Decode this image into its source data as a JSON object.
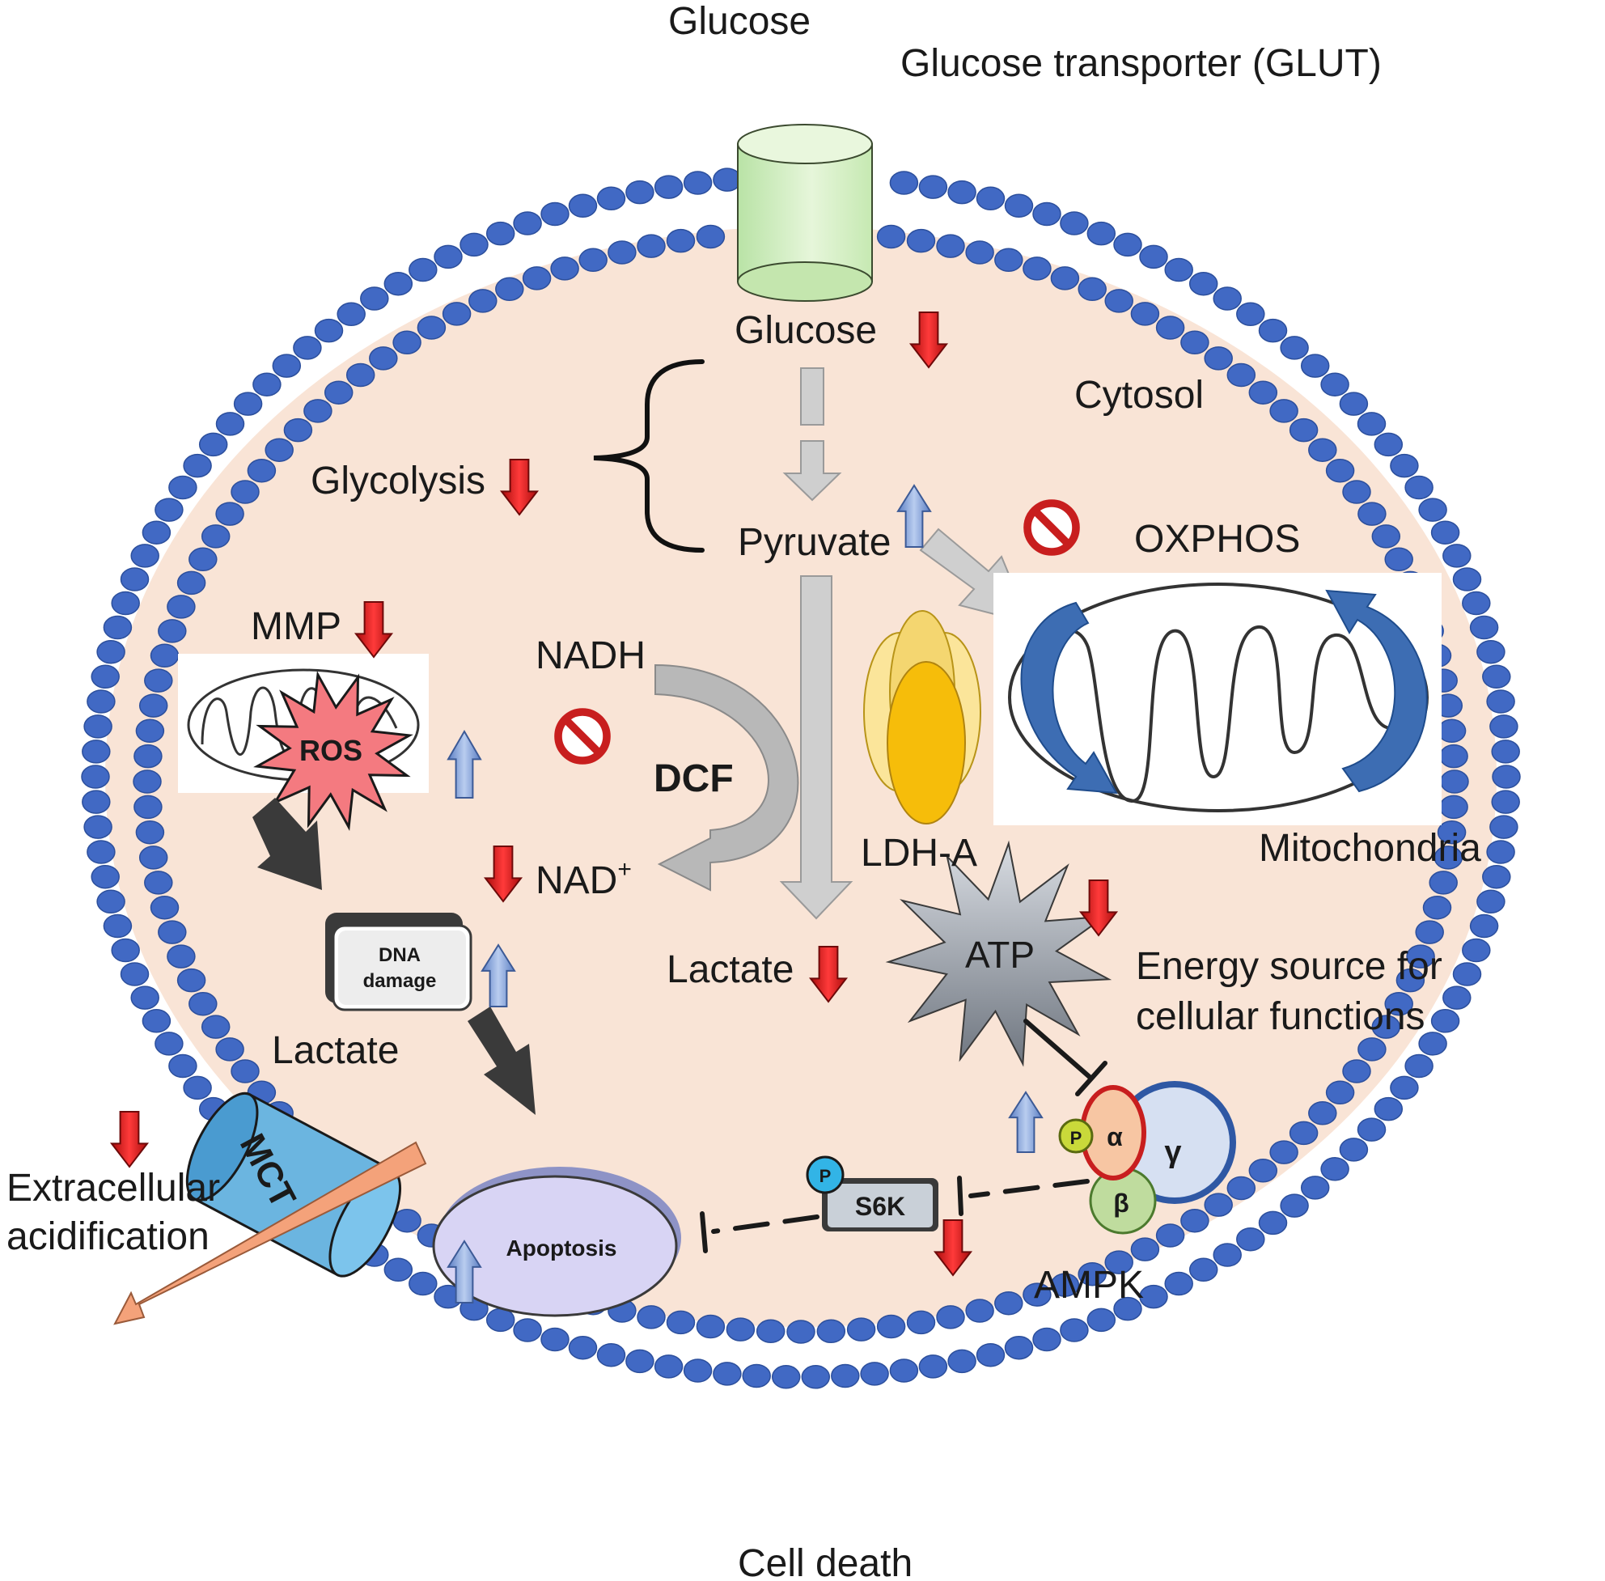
{
  "labels": {
    "glucose_outside": "Glucose",
    "glut": "Glucose transporter (GLUT)",
    "glucose_inside": "Glucose",
    "cytosol": "Cytosol",
    "glycolysis": "Glycolysis",
    "pyruvate": "Pyruvate",
    "oxphos": "OXPHOS",
    "mmp": "MMP",
    "ros": "ROS",
    "nadh": "NADH",
    "dcf": "DCF",
    "nad_base": "NAD",
    "nad_sup": "+",
    "ldha": "LDH-A",
    "mitochondria": "Mitochondria",
    "dna_line1": "DNA",
    "dna_line2": "damage",
    "lactate_mid": "Lactate",
    "atp": "ATP",
    "energy_line1": "Energy source for",
    "energy_line2": "cellular functions",
    "lactate_left": "Lactate",
    "mct": "MCT",
    "extra_line1": "Extracellular",
    "extra_line2": "acidification",
    "p1": "P",
    "alpha": "α",
    "gamma": "γ",
    "beta": "β",
    "p2": "P",
    "s6k": "S6K",
    "apoptosis": "Apoptosis",
    "ampk": "AMPK",
    "cell_death": "Cell death"
  },
  "colors": {
    "membrane_bead": "#4169c4",
    "cytosol": "#f9e4d6",
    "down_arrow": "#d81a1a",
    "up_arrow": "#7f9fd6",
    "flow_arrow": "#c9c9c9",
    "dark_arrow": "#3a3a3a",
    "glut": "#d4efc4",
    "mct": "#6bb5e0",
    "ldha": "#f6c63d",
    "ros": "#f47a80",
    "atp": "#8e959e",
    "apoptosis": "#d8d4f4",
    "inhibit": "#c81e1e",
    "mito_arrow": "#3d6db3"
  },
  "icons": [
    "down-arrow-icon",
    "up-arrow-icon",
    "no-entry-icon",
    "mitochondrion-icon",
    "explosion-icon",
    "transporter-cylinder-icon"
  ]
}
